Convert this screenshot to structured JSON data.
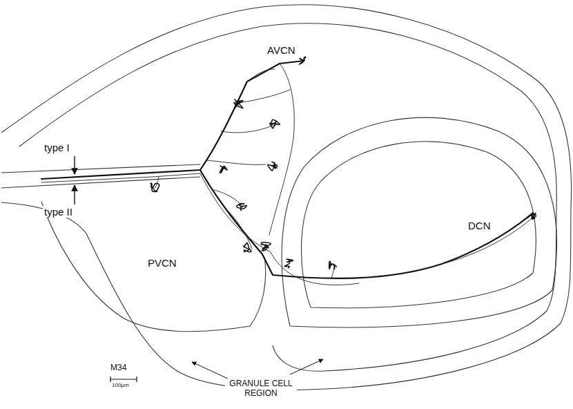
{
  "diagram": {
    "labels": [
      "AVCN",
      "type I",
      "type II",
      "PVCN",
      "DCN",
      "M34",
      "100μm",
      "GRANULE CELL REGION"
    ]
  }
}
